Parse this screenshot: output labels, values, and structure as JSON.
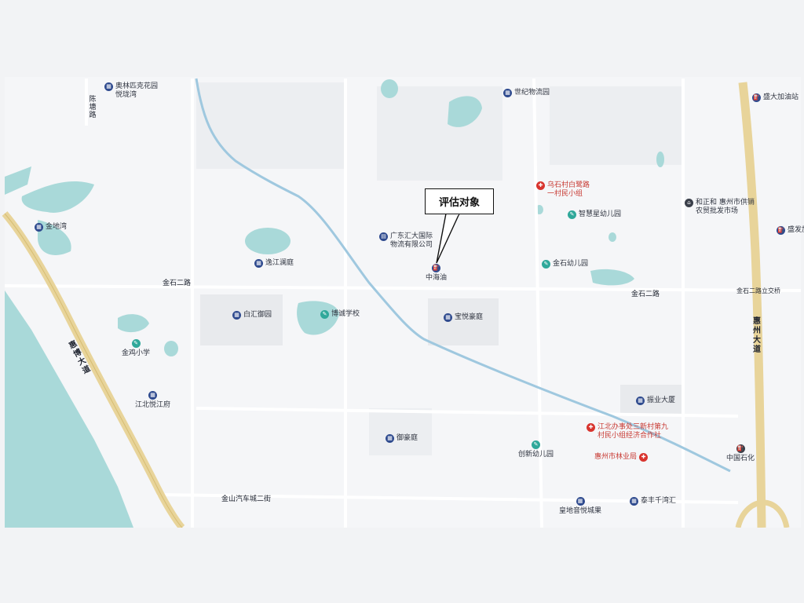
{
  "callout": {
    "label": "评估对象"
  },
  "roads": {
    "jinshi_west": "金石二路",
    "jinshi_east": "金石二路",
    "jinshi_junction": "金石二路立交桥",
    "chenbei": "陈塘路",
    "huibo": "惠博大道",
    "huizhou": "惠州大道",
    "jinshan": "金山汽车城二街"
  },
  "pois": [
    {
      "id": "aolinfu",
      "lines": [
        "奥林匹克花园",
        "悦珑湾"
      ],
      "icon": "building-icon",
      "color": "blue"
    },
    {
      "id": "shiji-wuliu",
      "lines": [
        "世纪物流园"
      ],
      "icon": "building-icon",
      "color": "blue"
    },
    {
      "id": "gas-top-right",
      "lines": [
        "盛大加油站"
      ],
      "icon": "gas-station-icon",
      "color": "blue"
    },
    {
      "id": "wushi-village",
      "lines": [
        "乌石村白鹭路",
        "一村民小组"
      ],
      "icon": "government-icon",
      "color": "red"
    },
    {
      "id": "zhihui-kindergarten",
      "lines": [
        "智慧星幼儿园"
      ],
      "icon": "school-icon",
      "color": "teal"
    },
    {
      "id": "market",
      "lines": [
        "和正和 惠州市供销",
        "农贸批发市场"
      ],
      "icon": "market-icon",
      "color": "dark"
    },
    {
      "id": "gas-right",
      "lines": [
        "盛发加油站"
      ],
      "icon": "gas-station-icon",
      "color": "blue"
    },
    {
      "id": "jindiwan",
      "lines": [
        "金地湾"
      ],
      "icon": "building-icon",
      "color": "blue"
    },
    {
      "id": "guangdong-logistics",
      "lines": [
        "广东汇大国际",
        "物流有限公司"
      ],
      "icon": "company-icon",
      "color": "blue"
    },
    {
      "id": "yijianglanting",
      "lines": [
        "逸江澜庭"
      ],
      "icon": "building-icon",
      "color": "blue"
    },
    {
      "id": "zhonghaiyou",
      "lines": [
        "中海油"
      ],
      "icon": "gas-station-icon",
      "color": "blue"
    },
    {
      "id": "jinshi-kindergarten",
      "lines": [
        "金石幼儿园"
      ],
      "icon": "school-icon",
      "color": "teal"
    },
    {
      "id": "baihuiyuyuan",
      "lines": [
        "白汇御园"
      ],
      "icon": "building-icon",
      "color": "blue"
    },
    {
      "id": "school-mid",
      "lines": [
        "博诚学校"
      ],
      "icon": "school-icon",
      "color": "teal"
    },
    {
      "id": "baoyuehaoting",
      "lines": [
        "宝悦豪庭"
      ],
      "icon": "building-icon",
      "color": "blue"
    },
    {
      "id": "jinji-primary",
      "lines": [
        "金鸡小学"
      ],
      "icon": "school-icon",
      "color": "teal"
    },
    {
      "id": "jiangbei-yuejiang",
      "lines": [
        "江北悦江府"
      ],
      "icon": "building-icon",
      "color": "blue"
    },
    {
      "id": "zhenye-building",
      "lines": [
        "振业大厦"
      ],
      "icon": "building-icon",
      "color": "blue"
    },
    {
      "id": "sanxin-village",
      "lines": [
        "江北办事处三新村第九",
        "村民小组经济合作社"
      ],
      "icon": "government-icon",
      "color": "red"
    },
    {
      "id": "yuhaoting",
      "lines": [
        "御豪庭"
      ],
      "icon": "building-icon",
      "color": "blue"
    },
    {
      "id": "chuangxin-kindergarten",
      "lines": [
        "创新幼儿园"
      ],
      "icon": "school-icon",
      "color": "teal"
    },
    {
      "id": "forestry-bureau",
      "lines": [
        "惠州市林业局"
      ],
      "icon": "government-icon",
      "color": "red"
    },
    {
      "id": "sinopec",
      "lines": [
        "中国石化"
      ],
      "icon": "gas-station-icon",
      "color": "dark"
    },
    {
      "id": "huangdi",
      "lines": [
        "皇地音悦城果"
      ],
      "icon": "building-icon",
      "color": "blue"
    },
    {
      "id": "taifeng",
      "lines": [
        "泰丰千湾汇"
      ],
      "icon": "building-icon",
      "color": "blue"
    }
  ],
  "colors": {
    "water": "#a9d9d9",
    "road_major": "#e8d49a",
    "river": "#9fc8df",
    "poi_blue": "#2e4a8e",
    "poi_red": "#d8342e",
    "poi_teal": "#2fa89a"
  }
}
